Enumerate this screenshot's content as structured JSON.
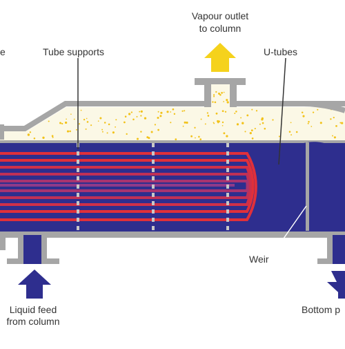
{
  "labels": {
    "partial_left": "e",
    "tube_supports": "Tube supports",
    "vapour_outlet_line1": "Vapour outlet",
    "vapour_outlet_line2": "to column",
    "u_tubes": "U-tubes",
    "weir": "Weir",
    "liquid_feed_line1": "Liquid feed",
    "liquid_feed_line2": "from column",
    "bottom_product": "Bottom p"
  },
  "colors": {
    "liquid": "#2e2e8e",
    "shell": "#a6a6a6",
    "vapour_space": "#fbf8e6",
    "bubbles": "#f2c21a",
    "tube_hot": "#e0303a",
    "tube_cool": "#8e3a8a",
    "arrow_vapour": "#f5d21c",
    "arrow_liquid": "#2e2e8e",
    "leader": "#333333",
    "support": "#c7c7c7"
  },
  "icons": {
    "vapour_outlet_arrow": "arrow-up-icon",
    "liquid_feed_arrow": "arrow-up-icon",
    "bottom_product_arrow": "arrow-down-icon"
  }
}
